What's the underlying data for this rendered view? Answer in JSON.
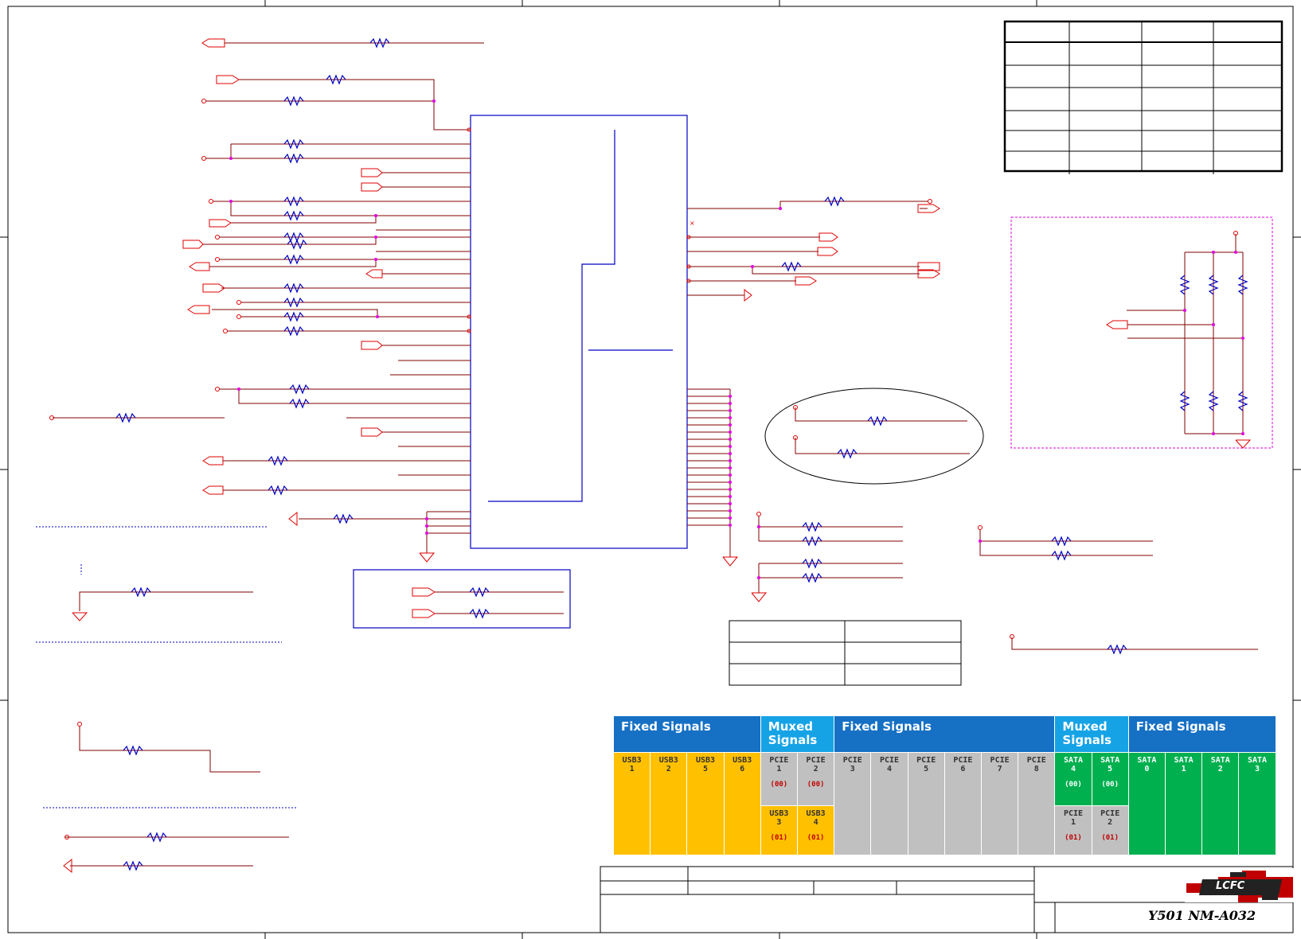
{
  "signal_table": {
    "headers": [
      {
        "label": "Fixed Signals",
        "kind": "fixed"
      },
      {
        "label": "Muxed\nSignals",
        "kind": "muxed"
      },
      {
        "label": "Fixed Signals",
        "kind": "fixed"
      },
      {
        "label": "Muxed\nSignals",
        "kind": "muxed"
      },
      {
        "label": "Fixed Signals",
        "kind": "fixed"
      }
    ],
    "cells": [
      {
        "label": "USB3\n1",
        "color": "y"
      },
      {
        "label": "USB3\n2",
        "color": "y"
      },
      {
        "label": "USB3\n5",
        "color": "y"
      },
      {
        "label": "USB3\n6",
        "color": "y"
      },
      {
        "label": "PCIE\n1",
        "mux": "(00)",
        "color": "g",
        "alt": {
          "label": "USB3\n3",
          "mux": "(01)",
          "color": "y"
        }
      },
      {
        "label": "PCIE\n2",
        "mux": "(00)",
        "color": "g",
        "alt": {
          "label": "USB3\n4",
          "mux": "(01)",
          "color": "y"
        }
      },
      {
        "label": "PCIE\n3",
        "color": "g"
      },
      {
        "label": "PCIE\n4",
        "color": "g"
      },
      {
        "label": "PCIE\n5",
        "color": "g"
      },
      {
        "label": "PCIE\n6",
        "color": "g"
      },
      {
        "label": "PCIE\n7",
        "color": "g"
      },
      {
        "label": "PCIE\n8",
        "color": "g"
      },
      {
        "label": "SATA\n4",
        "mux": "(00)",
        "color": "gr",
        "alt": {
          "label": "PCIE\n1",
          "mux": "(01)",
          "color": "g"
        }
      },
      {
        "label": "SATA\n5",
        "mux": "(00)",
        "color": "gr",
        "alt": {
          "label": "PCIE\n2",
          "mux": "(01)",
          "color": "g"
        }
      },
      {
        "label": "SATA\n0",
        "color": "gr"
      },
      {
        "label": "SATA\n1",
        "color": "gr"
      },
      {
        "label": "SATA\n2",
        "color": "gr"
      },
      {
        "label": "SATA\n3",
        "color": "gr"
      }
    ]
  },
  "title_block": {
    "model": "Y501  NM-A032",
    "logo_text": "LCFC"
  },
  "colors": {
    "wire": "#800000",
    "resistor": "#0000c0",
    "port": "#e00000",
    "box": "#0000c0",
    "junction": "#e000e0",
    "fixed_header": "#1670c4",
    "muxed_header": "#16a3e6",
    "yellow": "#ffc000",
    "gray": "#c0c0c0",
    "green": "#00b04f"
  }
}
